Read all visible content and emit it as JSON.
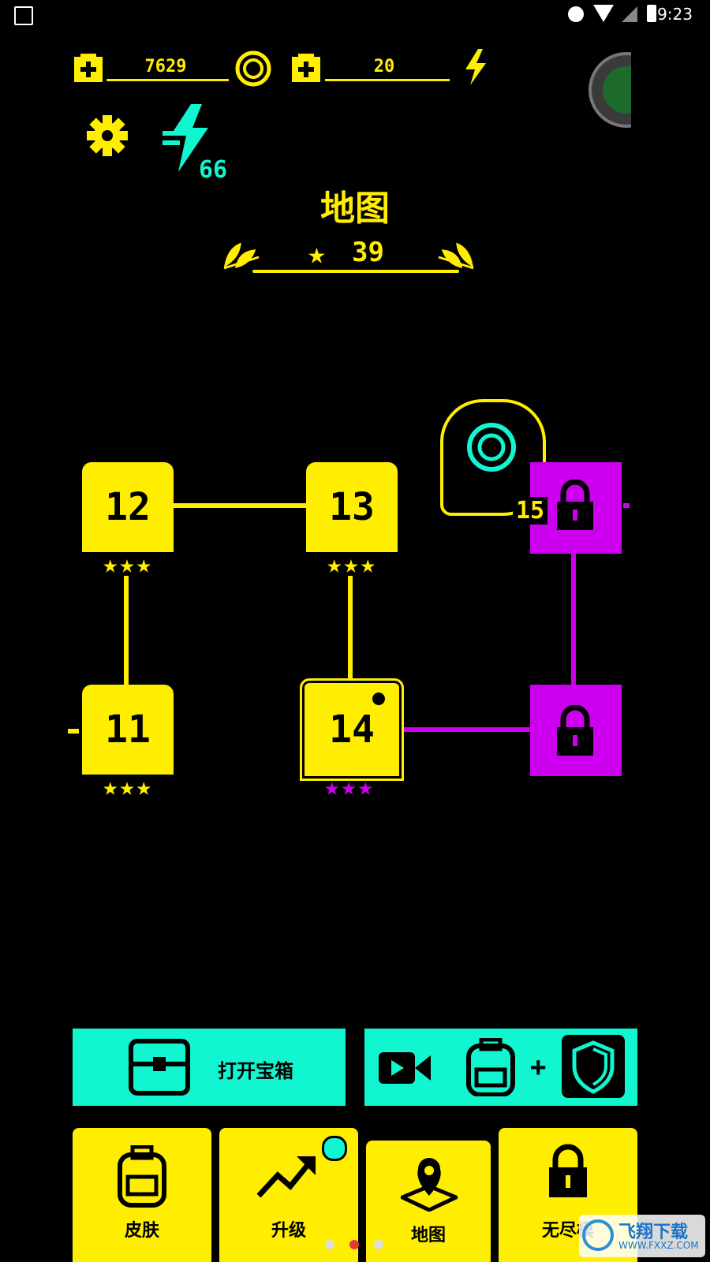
{
  "status_bar": {
    "time": "9:23"
  },
  "currency": {
    "coins": "7629",
    "energy": "20"
  },
  "boost": {
    "count": "66"
  },
  "map": {
    "title": "地图",
    "stars": "39"
  },
  "levels": [
    {
      "number": "12",
      "stars": "★★★",
      "state": "completed"
    },
    {
      "number": "13",
      "stars": "★★★",
      "state": "completed"
    },
    {
      "number": "11",
      "stars": "★★★",
      "state": "completed"
    },
    {
      "number": "14",
      "stars": "★★★",
      "state": "current"
    }
  ],
  "unlock": {
    "cost": "15"
  },
  "actions": {
    "open_chest": "打开宝箱"
  },
  "tabs": [
    {
      "label": "皮肤"
    },
    {
      "label": "升级"
    },
    {
      "label": "地图"
    },
    {
      "label": "无尽模"
    }
  ],
  "watermark": {
    "text": "飞翔下载",
    "url": "WWW.FXXZ.COM"
  },
  "colors": {
    "yellow": "#ffee00",
    "cyan": "#11f5d0",
    "magenta": "#cc00ee",
    "background": "#000000"
  }
}
